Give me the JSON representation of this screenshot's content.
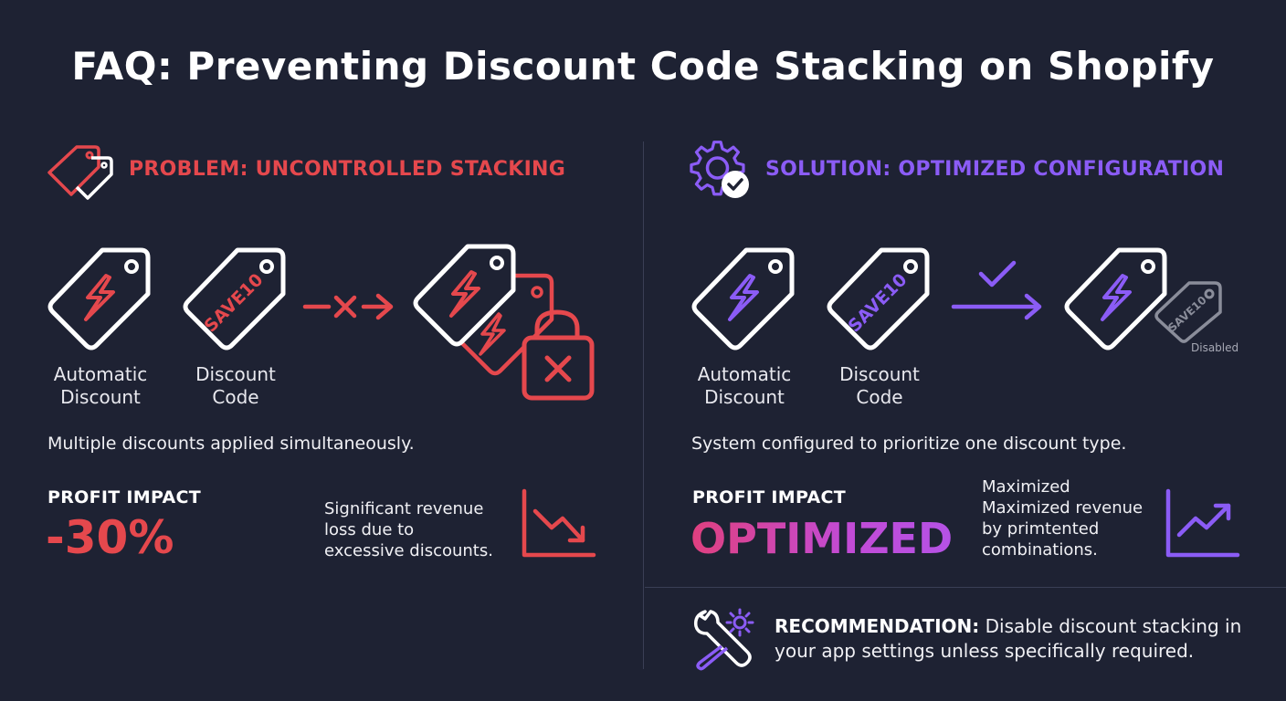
{
  "title": "FAQ: Preventing Discount Code Stacking on Shopify",
  "problem": {
    "heading": "PROBLEM: UNCONTROLLED STACKING",
    "automatic_label_line1": "Automatic",
    "automatic_label_line2": "Discount",
    "code_label_line1": "Discount",
    "code_label_line2": "Code",
    "tag_code": "SAVE10",
    "description": "Multiple discounts applied simultaneously.",
    "impact_label": "PROFIT IMPACT",
    "impact_value": "-30%",
    "impact_note_line1": "Significant revenue",
    "impact_note_line2": "loss due to",
    "impact_note_line3": "excessive discounts.",
    "icons": [
      "tags-icon",
      "tag-lightning-icon",
      "tag-code-icon",
      "blocked-arrow-icon",
      "stacked-tags-lock-icon",
      "trend-down-icon"
    ],
    "accent_color": "#e5484d"
  },
  "solution": {
    "heading": "SOLUTION: OPTIMIZED CONFIGURATION",
    "automatic_label_line1": "Automatic",
    "automatic_label_line2": "Discount",
    "code_label_line1": "Discount",
    "code_label_line2": "Code",
    "tag_code": "SAVE10",
    "disabled_tag_code": "SAVE10",
    "disabled_label": "Disabled",
    "description": "System configured to prioritize one discount type.",
    "impact_label": "PROFIT IMPACT",
    "impact_value": "OPTIMIZED",
    "impact_note_line1": "Maximized",
    "impact_note_line2": "Maximized revenue",
    "impact_note_line3": "by primtented",
    "impact_note_line4": "combinations.",
    "icons": [
      "gear-check-icon",
      "tag-lightning-icon",
      "tag-code-icon",
      "check-arrow-icon",
      "tag-lightning-icon",
      "disabled-tag-icon",
      "trend-up-icon"
    ],
    "accent_color": "#8b5cf6"
  },
  "recommendation": {
    "label": "RECOMMENDATION:",
    "text_line1": "Disable discount stacking in",
    "text_line2": "your app settings unless specifically required.",
    "icon": "tools-icon"
  }
}
